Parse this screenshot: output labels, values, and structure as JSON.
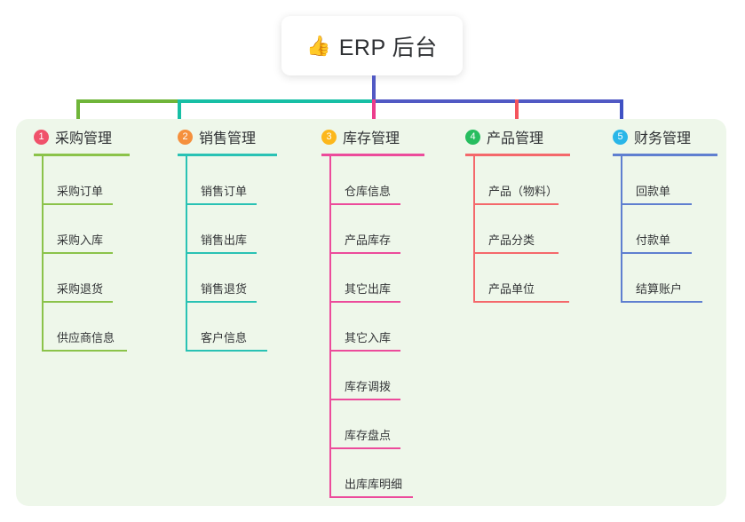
{
  "root": {
    "icon": "thumbs-up-icon",
    "icon_glyph": "👍",
    "title": "ERP 后台"
  },
  "theme": {
    "page_background": "#ffffff",
    "panel_background": "#eef7ea",
    "root_stem_color": "#5159c4",
    "bus_colors": [
      "#6fb539",
      "#17bfa5",
      "#5159c4"
    ],
    "text_color": "#2f3134"
  },
  "columns": [
    {
      "number": "1",
      "title": "采购管理",
      "badge_color": "#f0526b",
      "line_color": "#8bc34a",
      "drop_color": "#6fb539",
      "items": [
        "采购订单",
        "采购入库",
        "采购退货",
        "供应商信息"
      ]
    },
    {
      "number": "2",
      "title": "销售管理",
      "badge_color": "#f5903d",
      "line_color": "#29c2b4",
      "drop_color": "#17bfa5",
      "items": [
        "销售订单",
        "销售出库",
        "销售退货",
        "客户信息"
      ]
    },
    {
      "number": "3",
      "title": "库存管理",
      "badge_color": "#fcb71b",
      "line_color": "#ec4b9b",
      "drop_color": "#ec3d8c",
      "items": [
        "仓库信息",
        "产品库存",
        "其它出库",
        "其它入库",
        "库存调拨",
        "库存盘点",
        "出库库明细"
      ]
    },
    {
      "number": "4",
      "title": "产品管理",
      "badge_color": "#27bd5f",
      "line_color": "#f4686b",
      "drop_color": "#f4545c",
      "items": [
        "产品（物料）",
        "产品分类",
        "产品单位"
      ]
    },
    {
      "number": "5",
      "title": "财务管理",
      "badge_color": "#29b6e8",
      "line_color": "#5f7fd0",
      "drop_color": "#3f51c4",
      "items": [
        "回款单",
        "付款单",
        "结算账户"
      ]
    }
  ]
}
